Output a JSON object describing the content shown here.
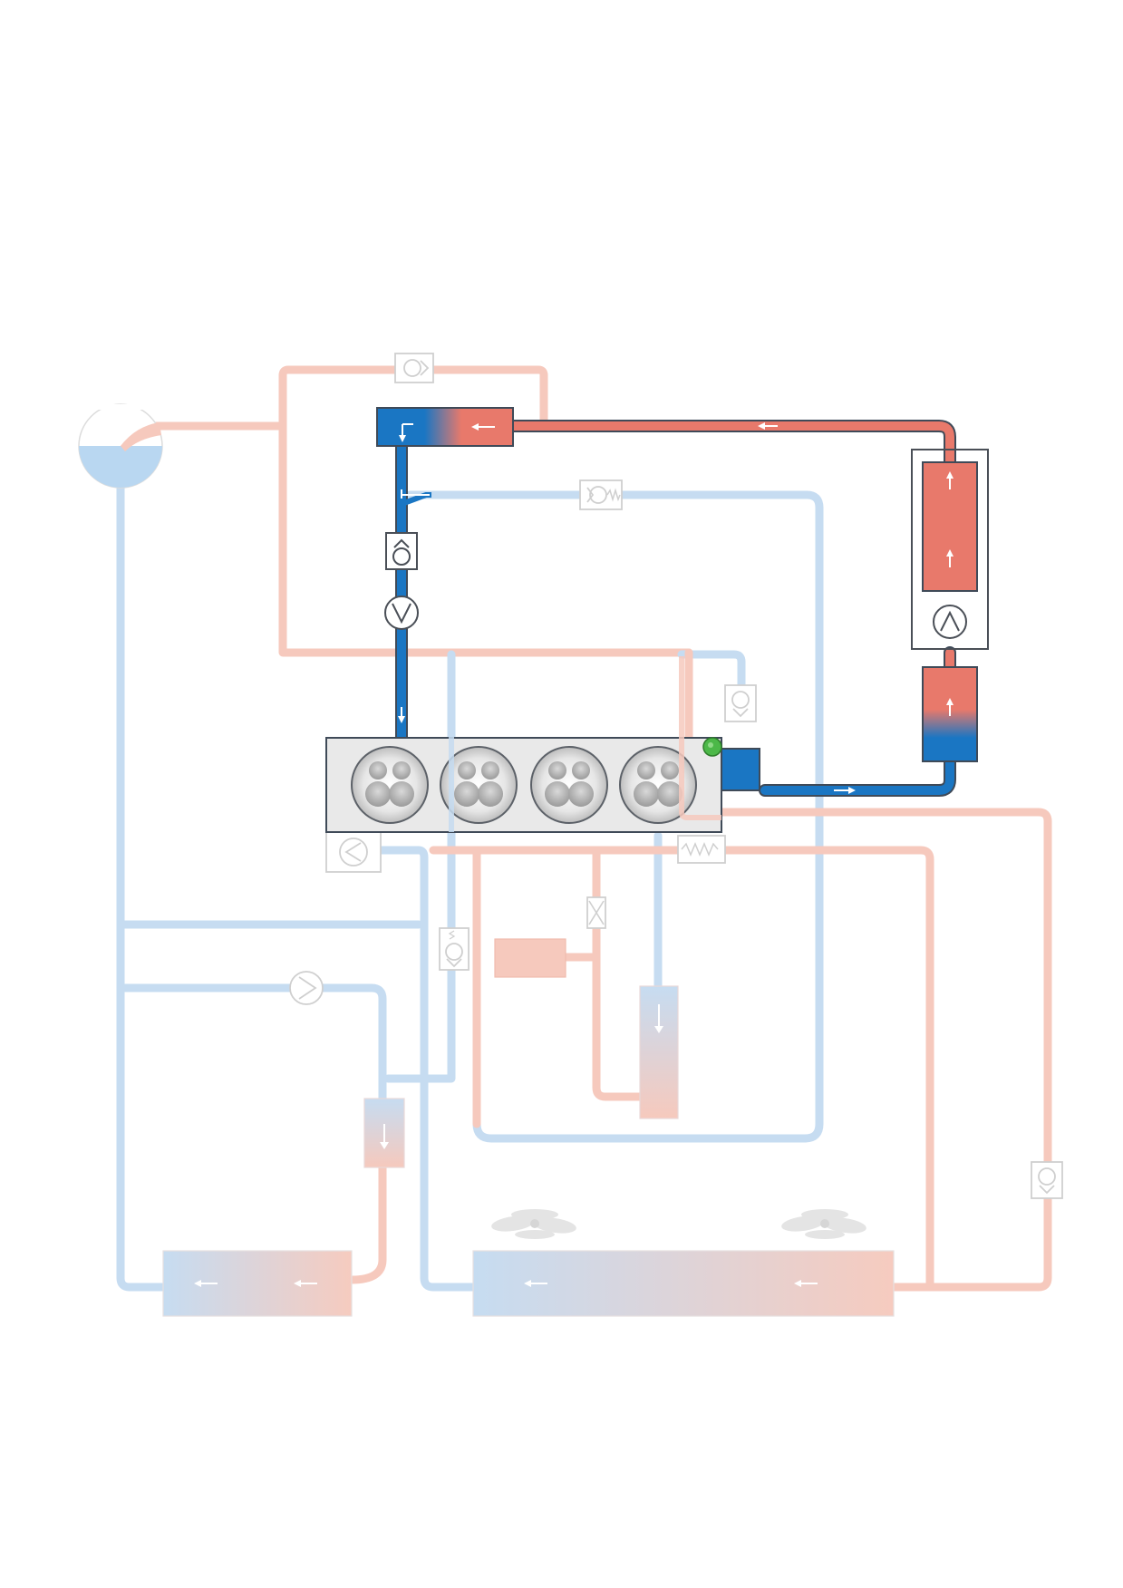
{
  "diagram": {
    "type": "engine-cooling-circuit",
    "colors": {
      "hot_active": "#e8796b",
      "cold_active": "#1a76c3",
      "hot_faded": "#f6c9bd",
      "cold_faded": "#c6dcf1",
      "engine_block": "#e8e8e8",
      "sensor": "#4cb848"
    },
    "components": [
      {
        "id": "expansion-tank",
        "icon": "reservoir-icon"
      },
      {
        "id": "engine-block",
        "cylinders": 4
      },
      {
        "id": "coolant-pump",
        "icon": "pump-icon"
      },
      {
        "id": "oil-cooler",
        "icon": "heat-exchanger-icon"
      },
      {
        "id": "egr-cooler",
        "icon": "heat-exchanger-icon"
      },
      {
        "id": "auxiliary-pump",
        "icon": "pump-icon"
      },
      {
        "id": "main-radiator",
        "icon": "radiator-icon",
        "fans": 2
      },
      {
        "id": "low-temp-radiator",
        "icon": "radiator-icon"
      },
      {
        "id": "check-valves",
        "icon": "check-valve-icon",
        "count": 6
      },
      {
        "id": "temperature-sensor",
        "icon": "sensor-icon"
      },
      {
        "id": "thermostat",
        "icon": "thermostat-icon"
      },
      {
        "id": "throttle-valve",
        "icon": "valve-icon"
      }
    ],
    "active_circuit": "turbocharger-cooling-loop"
  }
}
